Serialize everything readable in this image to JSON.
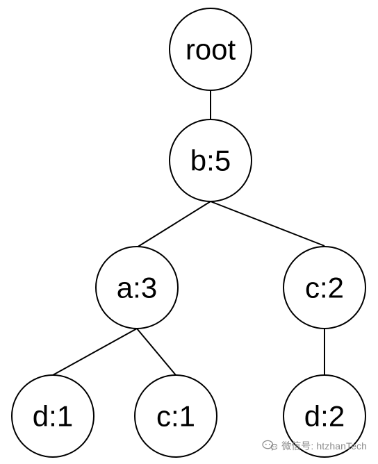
{
  "diagram": {
    "nodes": [
      {
        "id": "root",
        "label": "root"
      },
      {
        "id": "b5",
        "label": "b:5"
      },
      {
        "id": "a3",
        "label": "a:3"
      },
      {
        "id": "c2",
        "label": "c:2"
      },
      {
        "id": "d1",
        "label": "d:1"
      },
      {
        "id": "c1",
        "label": "c:1"
      },
      {
        "id": "d2",
        "label": "d:2"
      }
    ],
    "edges": [
      [
        "root",
        "b5"
      ],
      [
        "b5",
        "a3"
      ],
      [
        "b5",
        "c2"
      ],
      [
        "a3",
        "d1"
      ],
      [
        "a3",
        "c1"
      ],
      [
        "c2",
        "d2"
      ]
    ]
  },
  "watermark": {
    "prefix": "微信号: ",
    "handle": "htzhanTech"
  },
  "colors": {
    "stroke": "#000000",
    "fill": "#ffffff",
    "watermark": "#8c8c8c"
  }
}
